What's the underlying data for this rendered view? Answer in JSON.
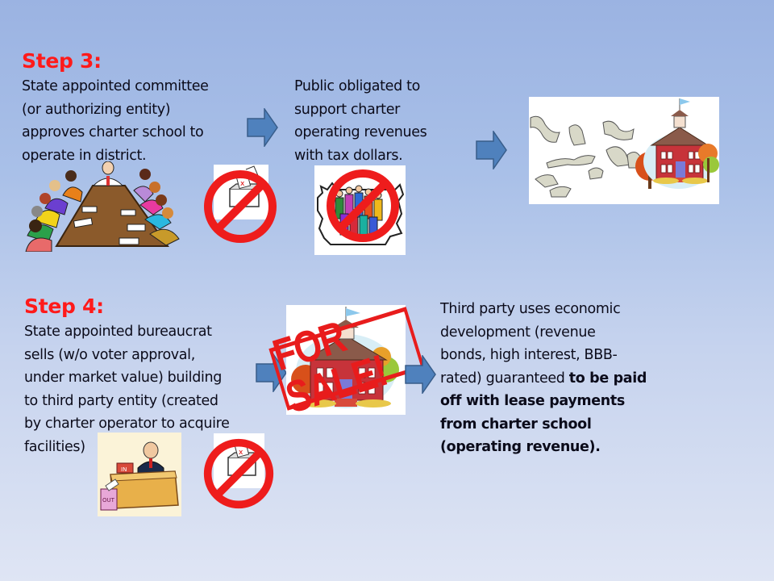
{
  "slide": {
    "background_top": "#9bb3e2",
    "background_bottom": "#dfe5f4",
    "accent_red": "#ff1a1a",
    "arrow_fill": "#4f81bd",
    "arrow_stroke": "#385d8a"
  },
  "step3": {
    "title": "Step 3:",
    "lines": [
      "State appointed committee",
      "(or authorizing entity)",
      "approves charter school to",
      "operate in district."
    ],
    "middle_lines": [
      "Public obligated to",
      "support charter",
      "operating revenues",
      "with tax dollars."
    ],
    "images": {
      "meeting": "committee-meeting-clipart",
      "no_vote": "no-voting-ballot-box",
      "no_public": "no-public-crowd",
      "money_school": "money-flying-to-schoolhouse"
    }
  },
  "step4": {
    "title": "Step 4:",
    "lines": [
      "State appointed bureaucrat",
      "sells (w/o voter approval,",
      "under market value) building",
      "to third party entity (created",
      "by charter operator to acquire",
      "facilities)"
    ],
    "for_sale_label": "FOR SALE!",
    "right_lines_plain": [
      "Third party uses economic",
      "development (revenue",
      "bonds, high interest, BBB-",
      "rated) guaranteed "
    ],
    "right_bold": [
      "to be paid",
      "off with lease payments",
      "from charter school",
      "(operating revenue)."
    ],
    "desk_labels": {
      "in": "IN",
      "out": "OUT"
    },
    "images": {
      "bureaucrat": "bureaucrat-at-desk-clipart",
      "no_vote": "no-voting-ballot-box",
      "school_for_sale": "schoolhouse-for-sale-stamp"
    }
  }
}
